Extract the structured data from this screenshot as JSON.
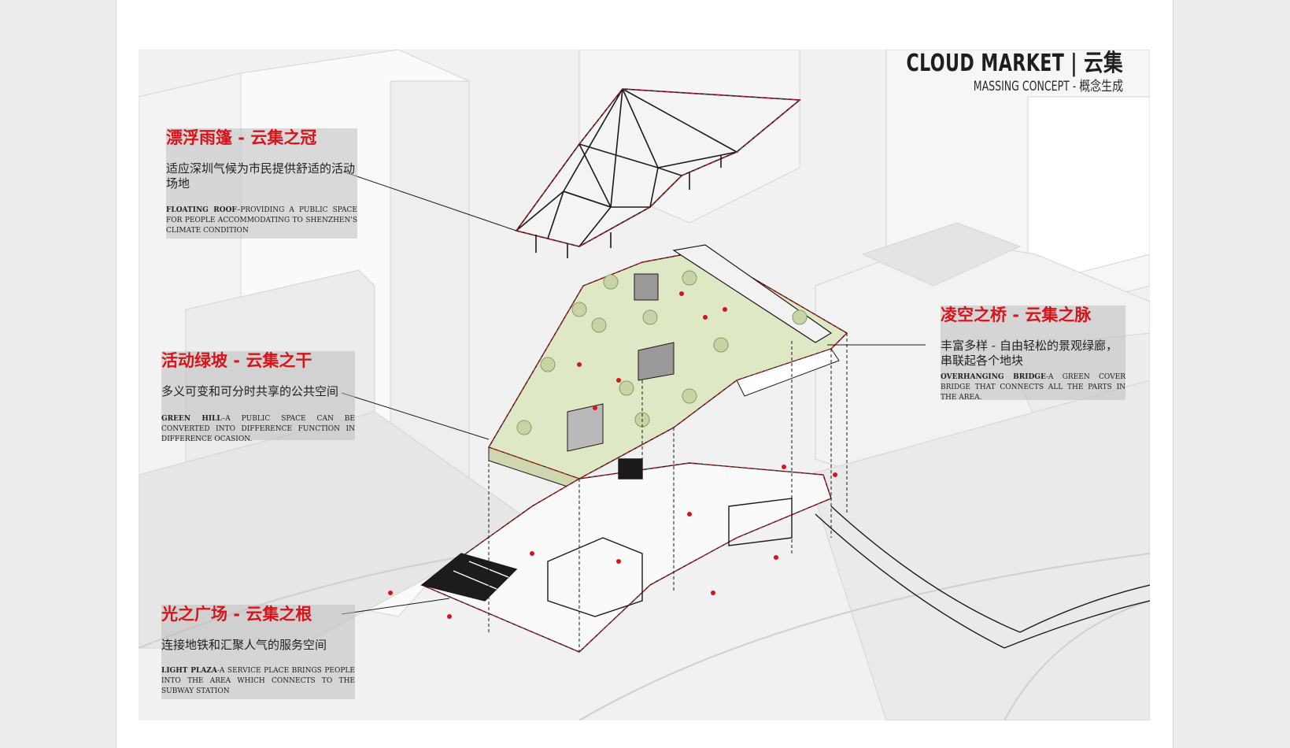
{
  "title": {
    "main": "CLOUD MARKET | 云集",
    "sub": "MASSING CONCEPT - 概念生成"
  },
  "labels": {
    "roof": {
      "title": "漂浮雨篷 - 云集之冠",
      "cn": "适应深圳气候为市民提供舒适的活动场地",
      "en_bold": "FLOATING ROOF",
      "en_rest": "–PROVIDING A PUBLIC SPACE FOR PEOPLE ACCOMMODATING TO SHENZHEN'S CLIMATE CONDITION"
    },
    "hill": {
      "title": "活动绿坡 - 云集之干",
      "cn": "多义可变和可分时共享的公共空间",
      "en_bold": "GREEN HILL",
      "en_rest": "–A PUBLIC SPACE CAN BE CONVERTED INTO DIFFERENCE FUNCTION IN DIFFERENCE OCASION."
    },
    "bridge": {
      "title": "凌空之桥 - 云集之脉",
      "cn": "丰富多样 - 自由轻松的景观绿廊，串联起各个地块",
      "en_bold": "OVERHANGING BRIDGE",
      "en_rest": "-A GREEN COVER BRIDGE THAT CONNECTS ALL THE PARTS IN THE AREA."
    },
    "plaza": {
      "title": "光之广场 - 云集之根",
      "cn": "连接地铁和汇聚人气的服务空间",
      "en_bold": "LIGHT PLAZA",
      "en_rest": "-A SERVICE PLACE BRINGS PEOPLE INTO THE AREA  WHICH CONNECTS TO THE SUBWAY STATION"
    }
  },
  "colors": {
    "accent": "#d6141b",
    "green_roof": "#dfe8c4",
    "building": "#f7f7f7"
  }
}
